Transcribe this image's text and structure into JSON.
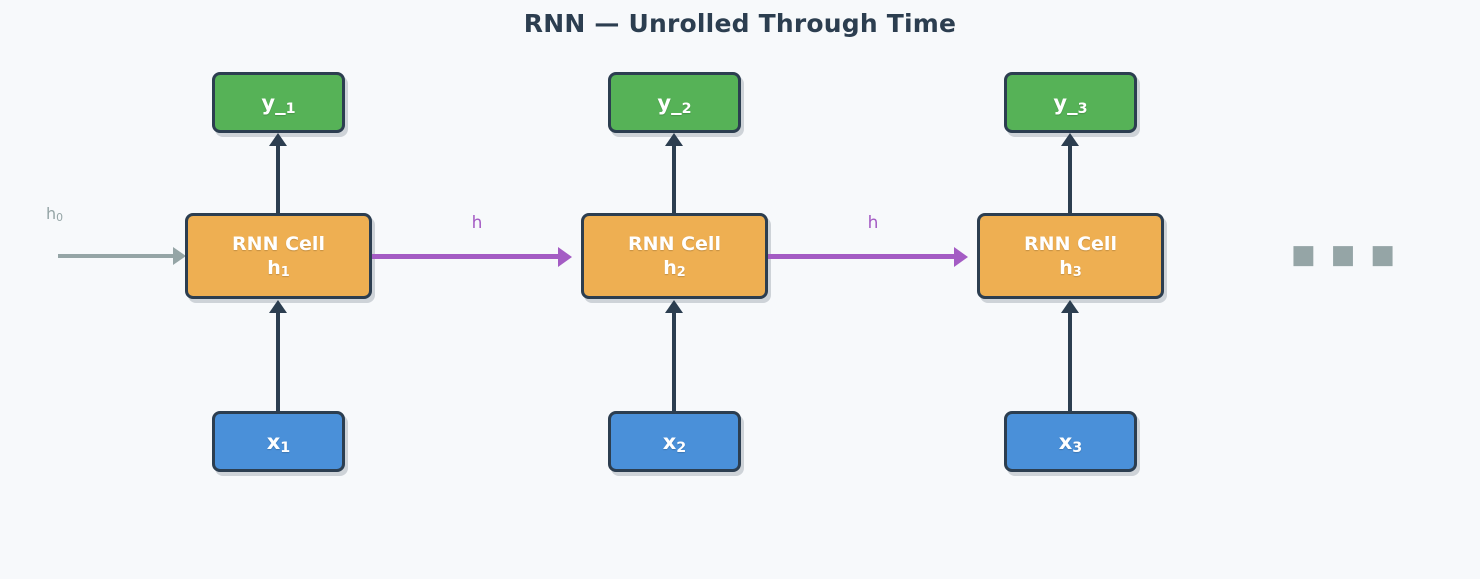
{
  "diagram": {
    "title": "RNN — Unrolled Through Time",
    "background_color": "#f7f9fb",
    "title_color": "#2c3e50",
    "border_color": "#2c3e50",
    "initial_state": {
      "label_text": "h",
      "label_sub": "0",
      "arrow_color": "#95a5a6"
    },
    "recurrent": {
      "arrow_color": "#a45cc4",
      "labels": [
        "h",
        "h"
      ]
    },
    "trailing_ellipsis": "■ ■ ■",
    "timesteps": [
      {
        "output": {
          "text": "y_",
          "sub": "1",
          "color": "#56b257"
        },
        "cell": {
          "title": "RNN Cell",
          "state_text": "h",
          "state_sub": "1",
          "color": "#eeaf52"
        },
        "input": {
          "text": "x",
          "sub": "1",
          "color": "#4a90d9"
        }
      },
      {
        "output": {
          "text": "y_",
          "sub": "2",
          "color": "#56b257"
        },
        "cell": {
          "title": "RNN Cell",
          "state_text": "h",
          "state_sub": "2",
          "color": "#eeaf52"
        },
        "input": {
          "text": "x",
          "sub": "2",
          "color": "#4a90d9"
        }
      },
      {
        "output": {
          "text": "y_",
          "sub": "3",
          "color": "#56b257"
        },
        "cell": {
          "title": "RNN Cell",
          "state_text": "h",
          "state_sub": "3",
          "color": "#eeaf52"
        },
        "input": {
          "text": "x",
          "sub": "3",
          "color": "#4a90d9"
        }
      }
    ]
  }
}
